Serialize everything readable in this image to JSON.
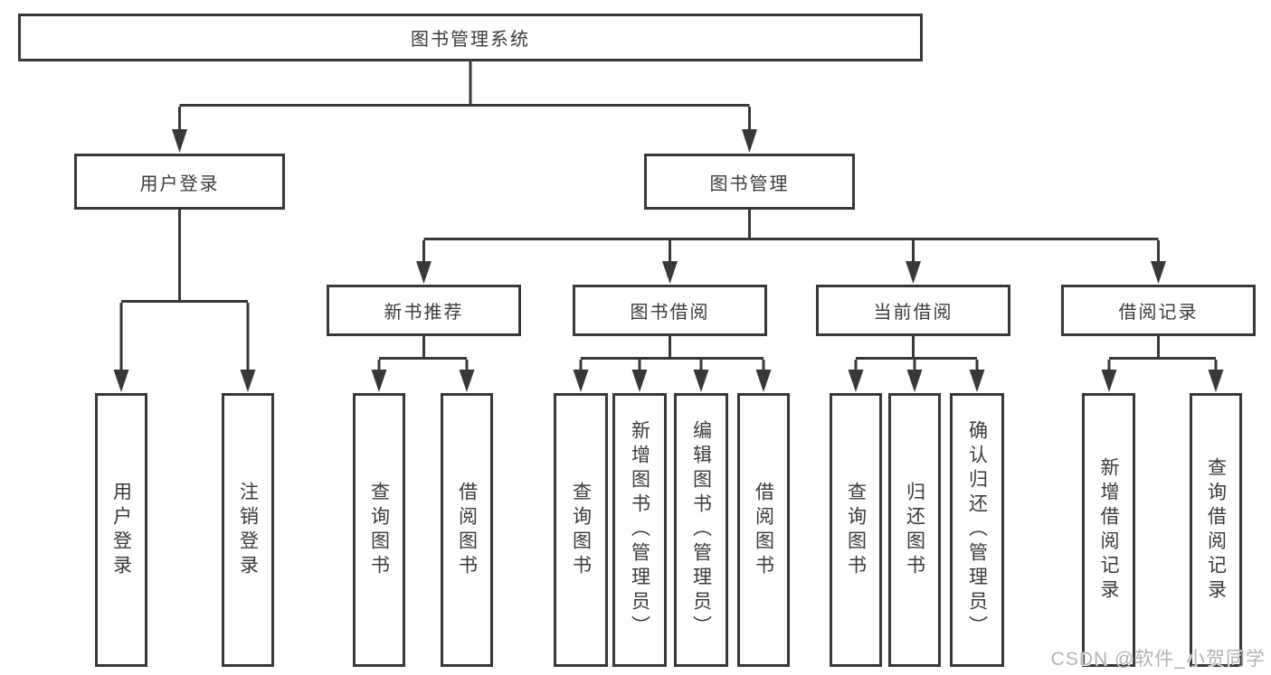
{
  "diagram": {
    "root": {
      "label": "图书管理系统"
    },
    "level2": [
      {
        "label": "用户登录"
      },
      {
        "label": "图书管理"
      }
    ],
    "level3": [
      {
        "label": "新书推荐"
      },
      {
        "label": "图书借阅"
      },
      {
        "label": "当前借阅"
      },
      {
        "label": "借阅记录"
      }
    ],
    "leaves": [
      {
        "label": "用户登录"
      },
      {
        "label": "注销登录"
      },
      {
        "label": "查询图书"
      },
      {
        "label": "借阅图书"
      },
      {
        "label": "查询图书"
      },
      {
        "label": "新增图书（管理员）"
      },
      {
        "label": "编辑图书（管理员）"
      },
      {
        "label": "借阅图书"
      },
      {
        "label": "查询图书"
      },
      {
        "label": "归还图书"
      },
      {
        "label": "确认归还（管理员）"
      },
      {
        "label": "新增借阅记录"
      },
      {
        "label": "查询借阅记录"
      }
    ]
  },
  "watermark": {
    "text": "CSDN @软件_小贺同学"
  },
  "colors": {
    "line": "#383838",
    "text": "#3a3a3a",
    "box_background": "#ffffff",
    "watermark": "#b3b3b3",
    "background": "#ffffff"
  }
}
